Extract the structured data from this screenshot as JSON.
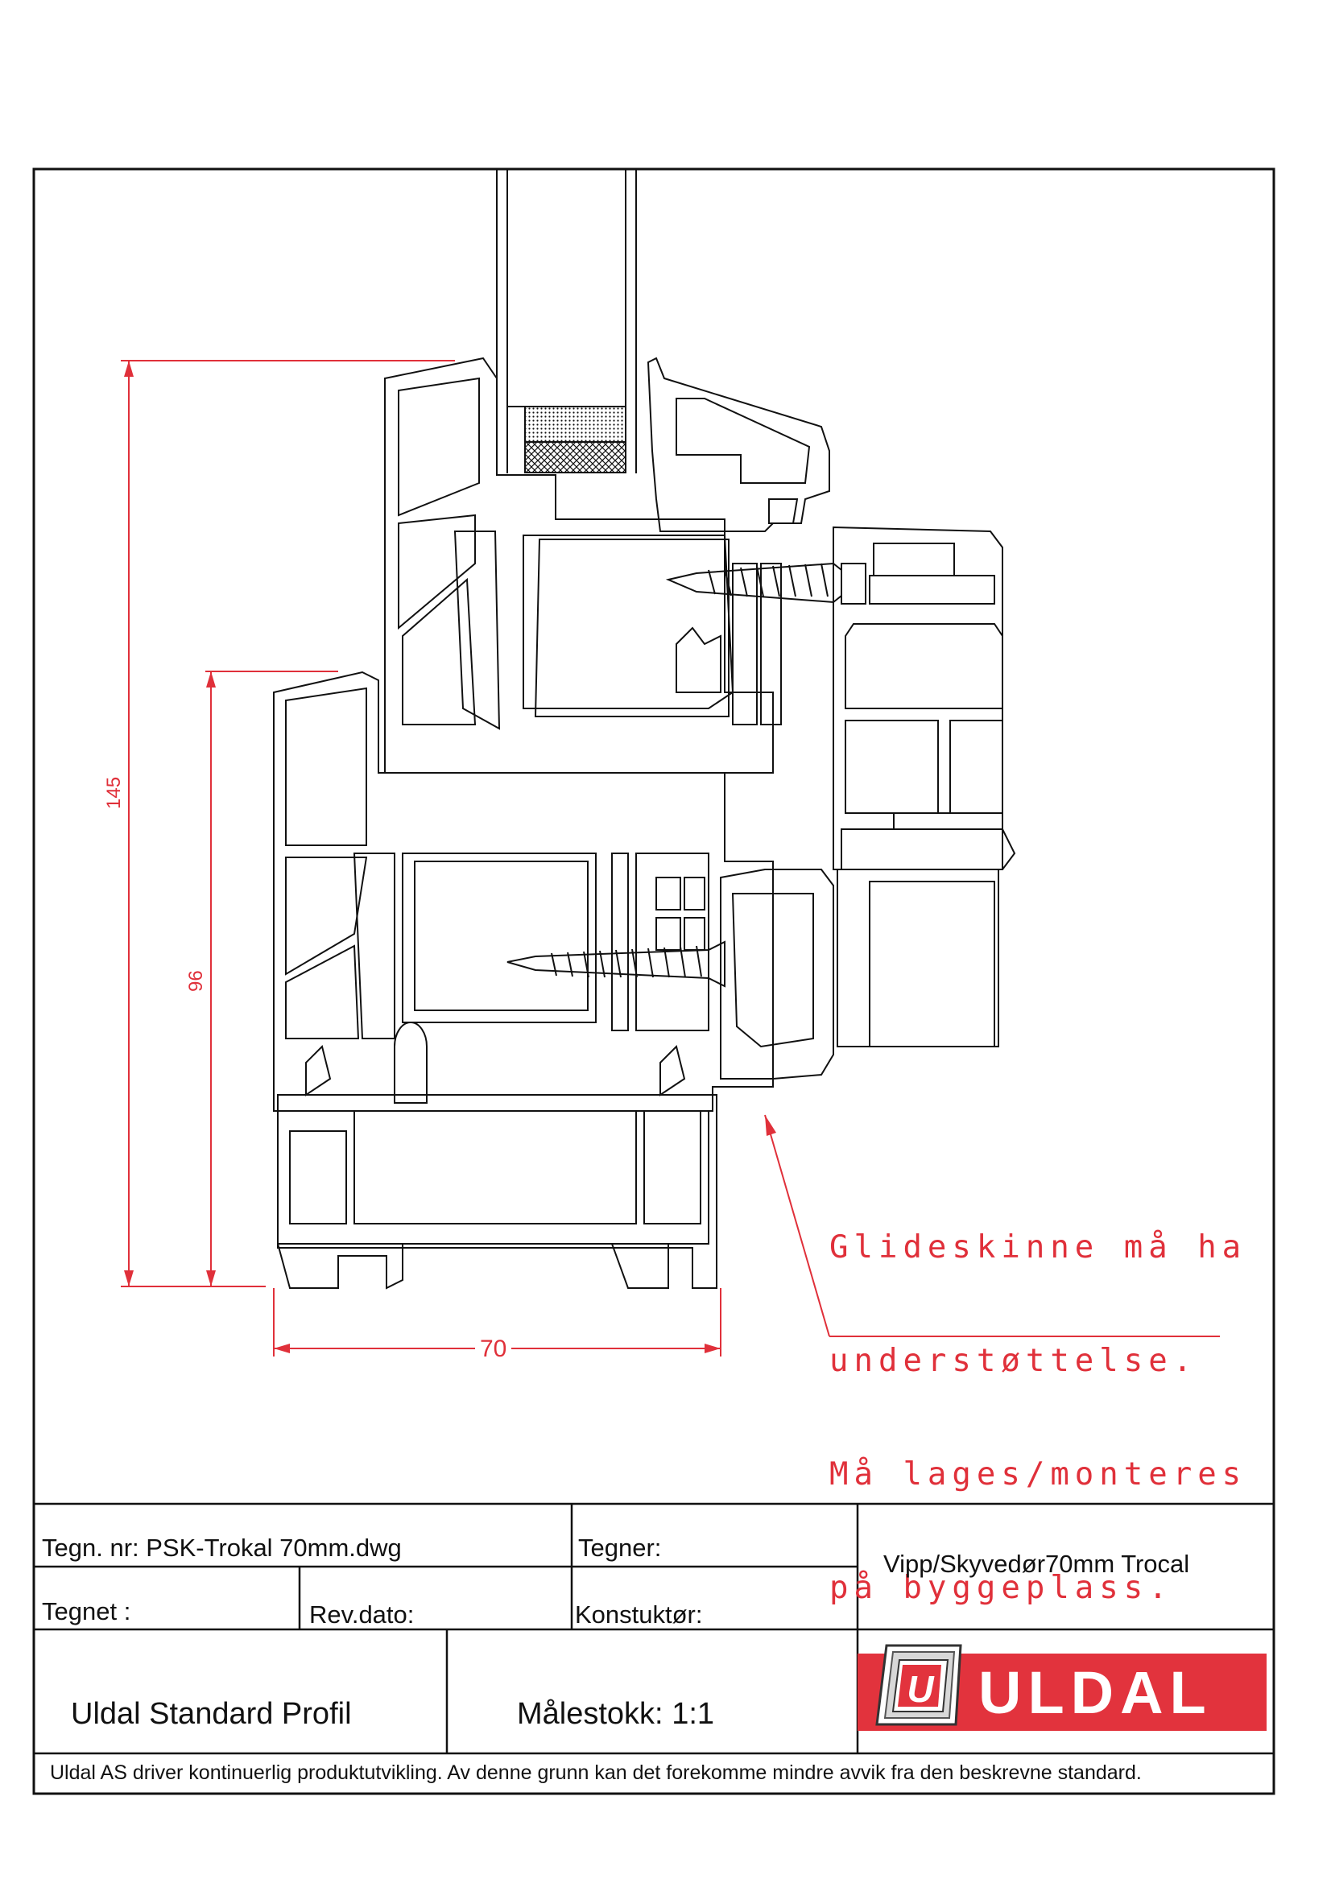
{
  "annotation": {
    "lines": [
      "Glideskinne må ha",
      "understøttelse.",
      "Må lages/monteres",
      "på byggeplass."
    ]
  },
  "dimensions": {
    "height_total": "145",
    "height_lower": "96",
    "width": "70"
  },
  "title_block": {
    "drawing_no": "Tegn. nr: PSK-Trokal 70mm.dwg",
    "drawn_by_label": "Tegner:",
    "drawn_label": "Tegnet :",
    "rev_date_label": "Rev.dato:",
    "designer_label": "Konstuktør:",
    "product_name": "Vipp/Skyvedør70mm Trocal",
    "profile_name": "Uldal Standard Profil",
    "scale_label": "Målestokk:",
    "scale_value": "1:1",
    "disclaimer": "Uldal AS driver kontinuerlig produktutvikling. Av denne grunn kan det forekomme mindre avvik fra den beskrevne standard."
  },
  "logo": {
    "text": "ULDAL",
    "mark_letter": "U",
    "brand_color": "#e2333d"
  }
}
